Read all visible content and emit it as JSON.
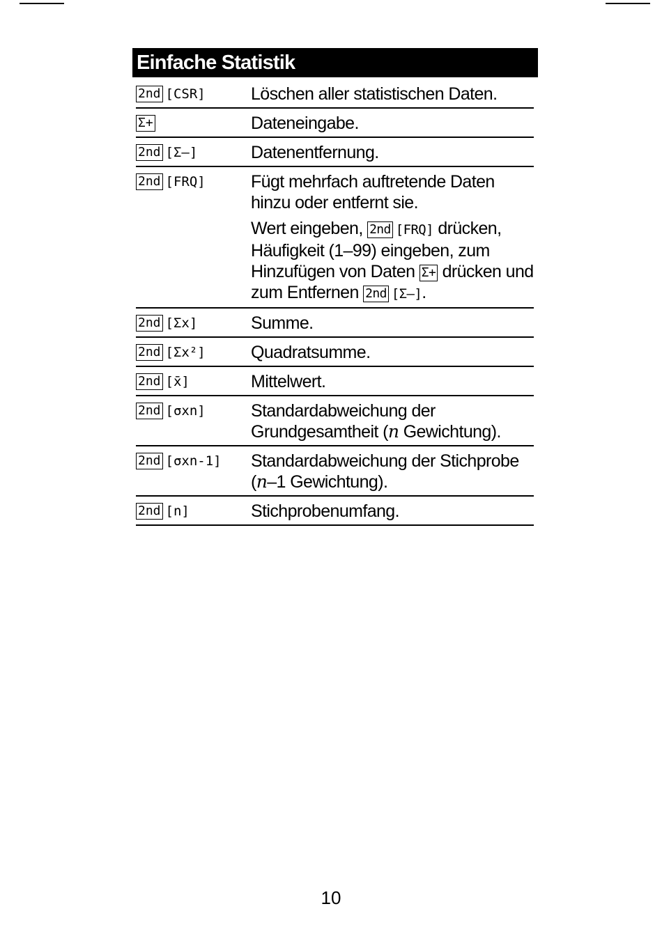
{
  "header": {
    "title": "Einfache Statistik"
  },
  "rows": [
    {
      "key": "2nd",
      "sec": "[CSR]",
      "desc": "Löschen aller statistischen Daten."
    },
    {
      "key": "Σ+",
      "desc": "Dateneingabe."
    },
    {
      "key": "2nd",
      "sec": "[Σ–]",
      "desc": "Datenentfernung."
    },
    {
      "key": "2nd",
      "sec": "[FRQ]",
      "desc": "Fügt mehrfach auftretende Daten hinzu oder entfernt sie.",
      "note": {
        "t1": "Wert eingeben,",
        "k1": "2nd",
        "s1": "[FRQ]",
        "t2": "drücken, Häufigkeit (1–99) eingeben, zum Hinzufügen von Daten",
        "k2": "Σ+",
        "t3": "drücken und zum Entfernen",
        "k3": "2nd",
        "s3": "[Σ–]",
        "t4": "."
      }
    },
    {
      "key": "2nd",
      "sec": "[Σx]",
      "desc": "Summe."
    },
    {
      "key": "2nd",
      "sec": "[Σx²]",
      "desc": "Quadratsumme."
    },
    {
      "key": "2nd",
      "sec": "[x̄]",
      "desc": "Mittelwert."
    },
    {
      "key": "2nd",
      "sec": "[σxn]",
      "desc_a": "Standardabweichung der Grundgesamtheit (",
      "desc_var": "n",
      "desc_b": " Gewichtung)."
    },
    {
      "key": "2nd",
      "sec": "[σxn-1]",
      "desc_a": "Standardabweichung der Stichprobe (",
      "desc_var": "n",
      "desc_b": "–1 Gewichtung)."
    },
    {
      "key": "2nd",
      "sec": "[n]",
      "desc": "Stichprobenumfang."
    }
  ],
  "page_number": "10"
}
